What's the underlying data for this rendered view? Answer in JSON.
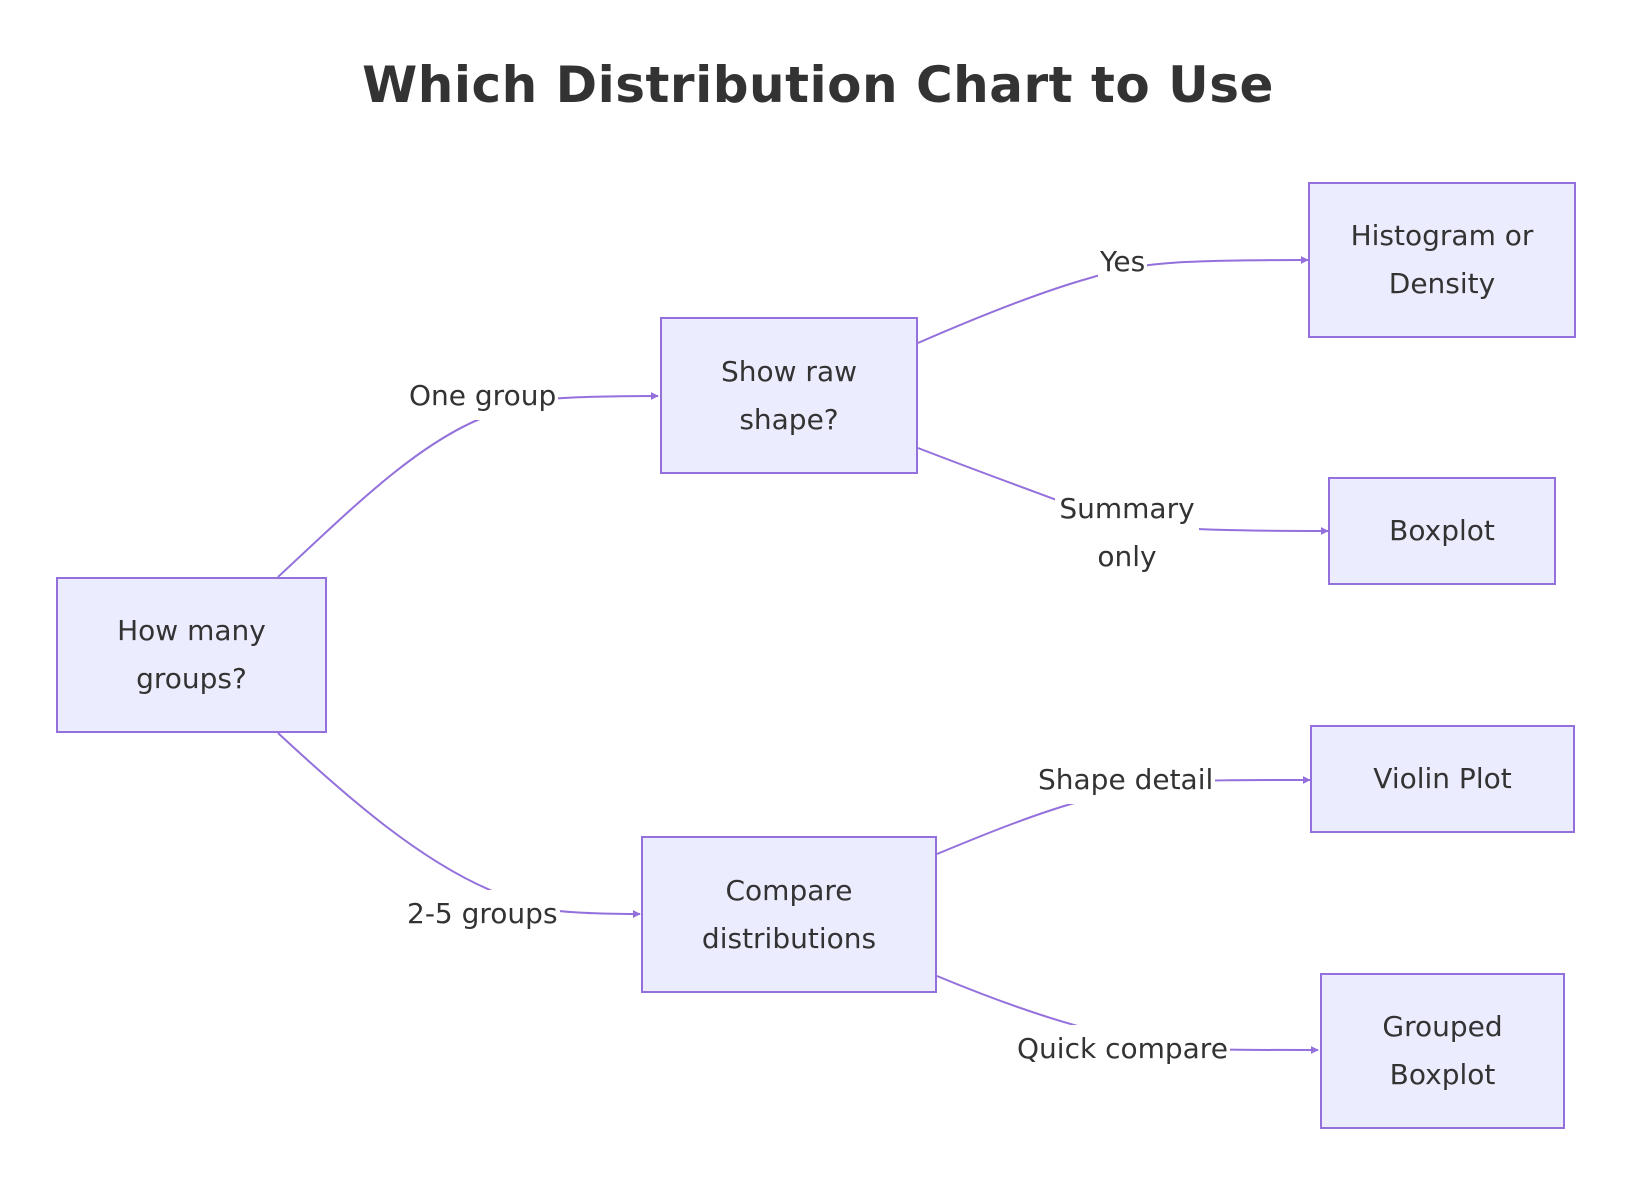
{
  "title": "Which Distribution Chart to Use",
  "colors": {
    "node_fill": "#ececff",
    "node_border": "#9370db",
    "edge": "#9370db",
    "text": "#333333"
  },
  "nodes": {
    "how_many_groups": "How many groups?",
    "show_raw_shape": "Show raw shape?",
    "histogram_or_density": "Histogram or Density",
    "boxplot": "Boxplot",
    "compare_distributions": "Compare distributions",
    "violin_plot": "Violin Plot",
    "grouped_boxplot": "Grouped Boxplot"
  },
  "edges": {
    "one_group": "One group",
    "two_five_groups": "2-5 groups",
    "yes": "Yes",
    "summary_only": "Summary only",
    "shape_detail": "Shape detail",
    "quick_compare": "Quick compare"
  }
}
